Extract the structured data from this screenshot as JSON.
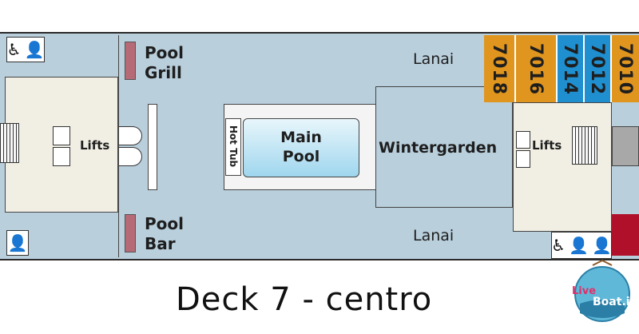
{
  "title": "Deck 7 - centro",
  "areas": {
    "pool_grill": "Pool\nGrill",
    "pool_bar": "Pool\nBar",
    "main_pool": "Main\nPool",
    "hot_tub": "Hot Tub",
    "wintergarden": "Wintergarden",
    "lanai_top": "Lanai",
    "lanai_bottom": "Lanai",
    "lifts_left": "Lifts",
    "lifts_right": "Lifts"
  },
  "cabins": [
    {
      "number": "7018",
      "color": "#e0951f"
    },
    {
      "number": "7016",
      "color": "#e0951f"
    },
    {
      "number": "7014",
      "color": "#1f8fd0"
    },
    {
      "number": "7012",
      "color": "#1f8fd0"
    },
    {
      "number": "7010",
      "color": "#e0951f"
    }
  ],
  "logo": {
    "text": "Live Boat.it"
  },
  "icons": {
    "restroom": "♿🚹🚺",
    "accessible": "wheelchair-icon"
  },
  "colors": {
    "deck": "#b9cfdc",
    "room": "#f1efe4",
    "orange": "#e0951f",
    "blue": "#1f8fd0",
    "counter": "#b56a76",
    "red": "#b0102a"
  }
}
